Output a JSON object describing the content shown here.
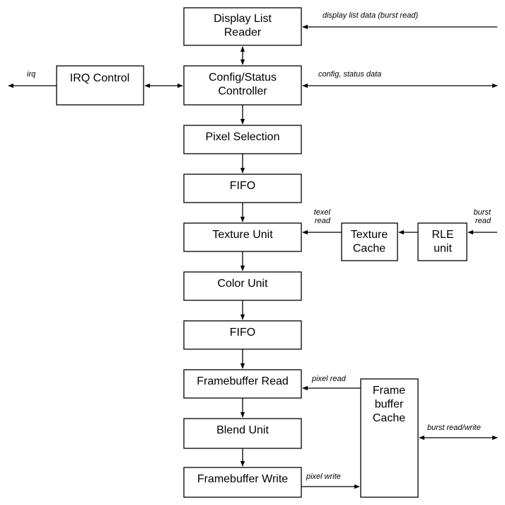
{
  "blocks": {
    "display_list_reader": [
      "Display List",
      "Reader"
    ],
    "irq_control": [
      "IRQ Control"
    ],
    "config_status_controller": [
      "Config/Status",
      "Controller"
    ],
    "pixel_selection": [
      "Pixel Selection"
    ],
    "fifo_1": [
      "FIFO"
    ],
    "texture_unit": [
      "Texture Unit"
    ],
    "texture_cache": [
      "Texture",
      "Cache"
    ],
    "rle_unit": [
      "RLE",
      "unit"
    ],
    "color_unit": [
      "Color Unit"
    ],
    "fifo_2": [
      "FIFO"
    ],
    "framebuffer_read": [
      "Framebuffer Read"
    ],
    "blend_unit": [
      "Blend Unit"
    ],
    "framebuffer_write": [
      "Framebuffer Write"
    ],
    "framebuffer_cache": [
      "Frame",
      "buffer",
      "Cache"
    ]
  },
  "signals": {
    "display_list_data": [
      "display list data (burst read)"
    ],
    "irq": [
      "irq"
    ],
    "config_status_data": [
      "config, status  data"
    ],
    "texel_read": [
      "texel",
      "read"
    ],
    "rle_burst_read": [
      "burst",
      "read"
    ],
    "pixel_read": [
      "pixel read"
    ],
    "fb_burst_read_write": [
      "burst read/write"
    ],
    "pixel_write": [
      "pixel write"
    ]
  },
  "colors": {
    "stroke": "#000000",
    "background": "#ffffff"
  }
}
